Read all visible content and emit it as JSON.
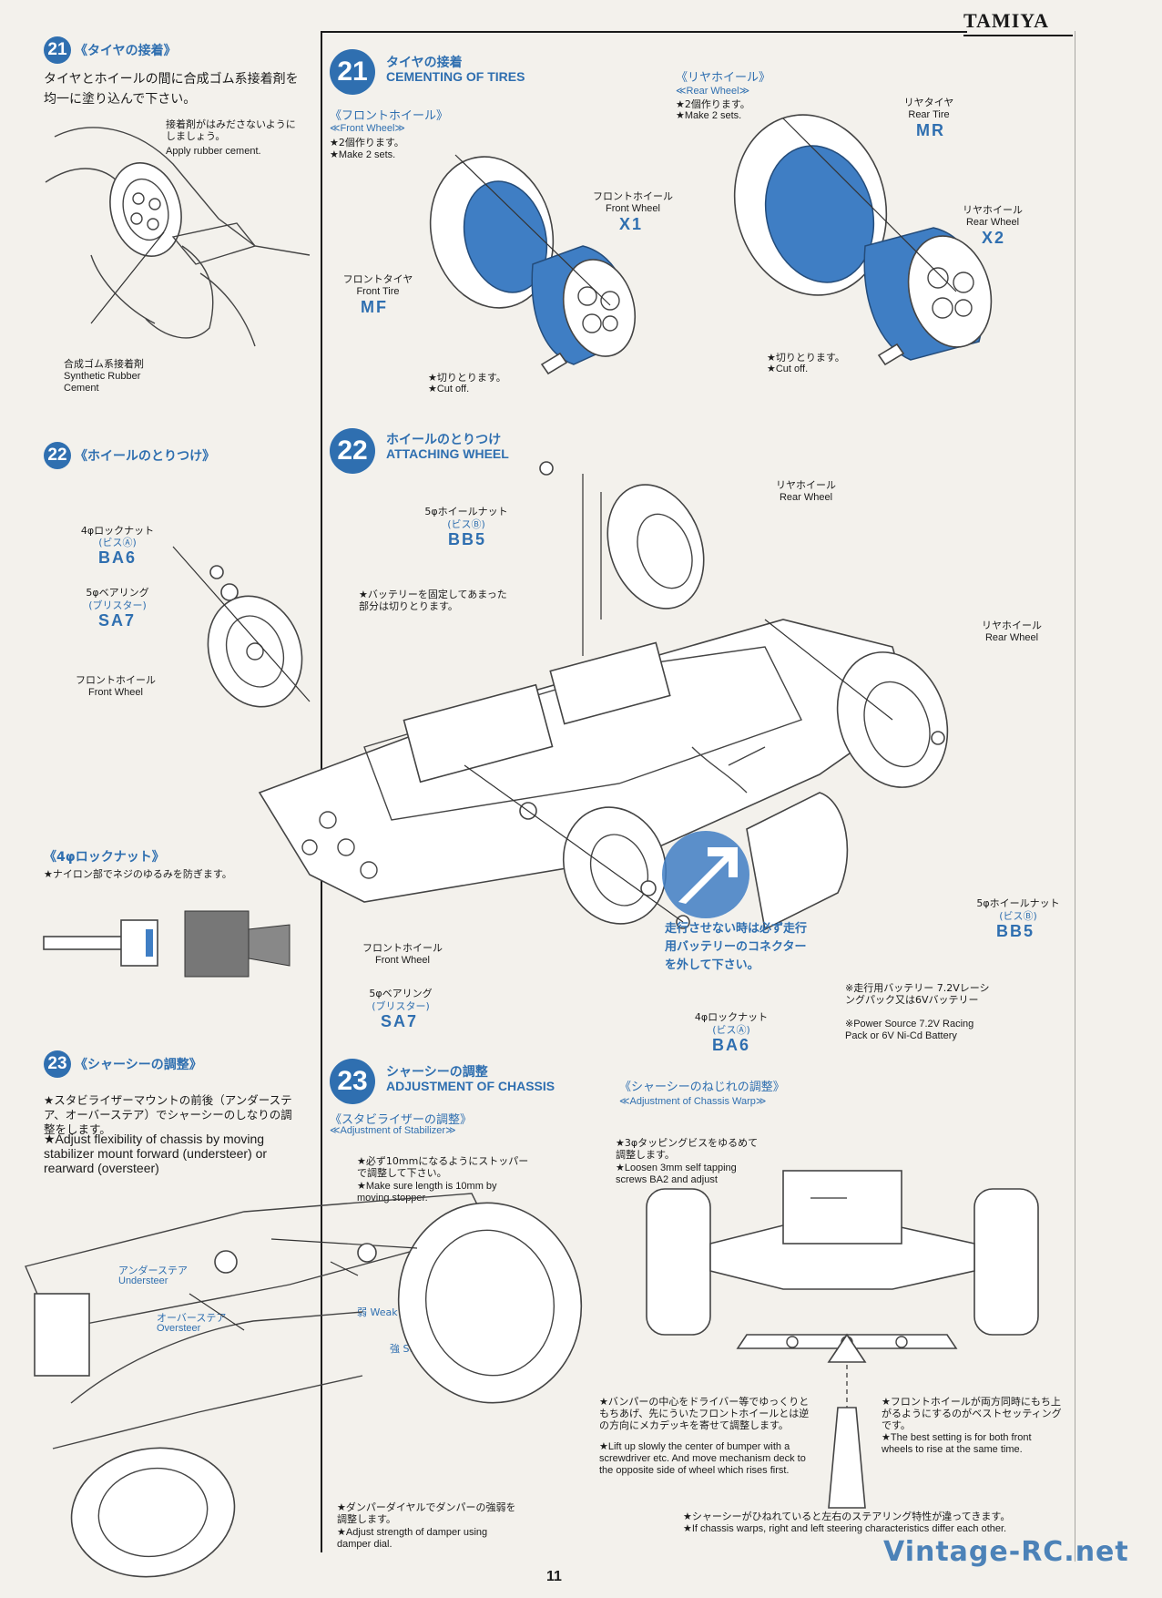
{
  "brand": "TAMIYA",
  "page_number": "11",
  "watermark": "Vintage-RC.net",
  "colors": {
    "accent": "#2f6fb0",
    "tire_fill": "#3f7ec4",
    "paper": "#f3f1ec"
  },
  "left": {
    "s21": {
      "num": "21",
      "title": "《タイヤの接着》",
      "text": "タイヤとホイールの間に合成ゴム系接着剤を均一に塗り込んで下さい。",
      "note_jp": "接着剤がはみださないようにしましょう。",
      "note_en": "Apply rubber cement.",
      "cement_jp": "合成ゴム系接着剤",
      "cement_en": "Synthetic Rubber Cement"
    },
    "s22": {
      "num": "22",
      "title": "《ホイールのとりつけ》",
      "locknut_jp": "4φロックナット",
      "locknut_sub": "(ビスⒶ)",
      "locknut_code": "BA6",
      "bearing_jp": "5φベアリング",
      "bearing_sub": "(ブリスター)",
      "bearing_code": "SA7",
      "fw_jp": "フロントホイール",
      "fw_en": "Front Wheel"
    },
    "locknut_note": {
      "title": "《4φロックナット》",
      "text": "★ナイロン部でネジのゆるみを防ぎます。"
    },
    "s23": {
      "num": "23",
      "title": "《シャーシーの調整》",
      "text_jp": "★スタビライザーマウントの前後（アンダーステア、オーバーステア）でシャーシーのしなりの調整をします。",
      "text_en": "★Adjust flexibility of chassis by moving stabilizer mount forward (understeer) or rearward (oversteer)",
      "under_jp": "アンダーステア",
      "under_en": "Understeer",
      "over_jp": "オーバーステア",
      "over_en": "Oversteer"
    }
  },
  "right": {
    "s21": {
      "num": "21",
      "title_jp": "タイヤの接着",
      "title_en": "CEMENTING OF TIRES",
      "front_head": "《フロントホイール》",
      "front_head_en": "≪Front Wheel≫",
      "front_note1": "★2個作ります。",
      "front_note2": "★Make 2 sets.",
      "front_wheel_jp": "フロントホイール",
      "front_wheel_en": "Front Wheel",
      "front_wheel_code": "X1",
      "front_tire_jp": "フロントタイヤ",
      "front_tire_en": "Front Tire",
      "front_tire_code": "MF",
      "cut_jp": "★切りとります。",
      "cut_en": "★Cut off.",
      "rear_head": "《リヤホイール》",
      "rear_head_en": "≪Rear Wheel≫",
      "rear_note1": "★2個作ります。",
      "rear_note2": "★Make 2 sets.",
      "rear_tire_jp": "リヤタイヤ",
      "rear_tire_en": "Rear Tire",
      "rear_tire_code": "MR",
      "rear_wheel_jp": "リヤホイール",
      "rear_wheel_en": "Rear Wheel",
      "rear_wheel_code": "X2"
    },
    "s22": {
      "num": "22",
      "title_jp": "ホイールのとりつけ",
      "title_en": "ATTACHING WHEEL",
      "nut_jp": "5φホイールナット",
      "nut_sub": "(ビスⒷ)",
      "nut_code": "BB5",
      "battery_note": "★バッテリーを固定してあまった部分は切りとります。",
      "rw_jp": "リヤホイール",
      "rw_en": "Rear Wheel",
      "fw_jp": "フロントホイール",
      "fw_en": "Front Wheel",
      "bearing_jp": "5φベアリング",
      "bearing_sub": "(ブリスター)",
      "bearing_code": "SA7",
      "locknut_jp": "4φロックナット",
      "locknut_sub": "(ビスⒶ)",
      "locknut_code": "BA6",
      "warning": "走行させない時は必ず走行用バッテリーのコネクターを外して下さい。",
      "power_jp": "※走行用バッテリー 7.2Vレーシングパック又は6Vバッテリー",
      "power_en": "※Power Source 7.2V Racing Pack or 6V Ni-Cd Battery"
    },
    "s23": {
      "num": "23",
      "title_jp": "シャーシーの調整",
      "title_en": "ADJUSTMENT OF CHASSIS",
      "stab_head": "《スタビライザーの調整》",
      "stab_head_en": "≪Adjustment of Stabilizer≫",
      "stab_jp": "★必ず10mmになるようにストッパーで調整して下さい。",
      "stab_en": "★Make sure length is 10mm by moving stopper.",
      "weak": "弱 Weak",
      "strong": "強 Strong",
      "damper_jp": "★ダンパーダイヤルでダンパーの強弱を調整します。",
      "damper_en": "★Adjust strength of damper using damper dial.",
      "warp_head": "《シャーシーのねじれの調整》",
      "warp_head_en": "≪Adjustment of Chassis Warp≫",
      "warp_jp": "★3φタッピングビスをゆるめて調整します。",
      "warp_en": "★Loosen 3mm self tapping screws BA2 and adjust",
      "bumper_jp": "★バンパーの中心をドライバー等でゆっくりともちあげ、先にういたフロントホイールとは逆の方向にメカデッキを寄せて調整します。",
      "bumper_en": "★Lift up slowly the center of bumper with a screwdriver etc. And move mechanism deck to the opposite side of wheel which rises first.",
      "best_jp": "★フロントホイールが両方同時にもち上がるようにするのがベストセッティングです。",
      "best_en": "★The best setting is for both front wheels to rise at the same time.",
      "warp_note_jp": "★シャーシーがひねれていると左右のステアリング特性が違ってきます。",
      "warp_note_en": "★If chassis warps, right and left steering characteristics differ each other."
    }
  }
}
